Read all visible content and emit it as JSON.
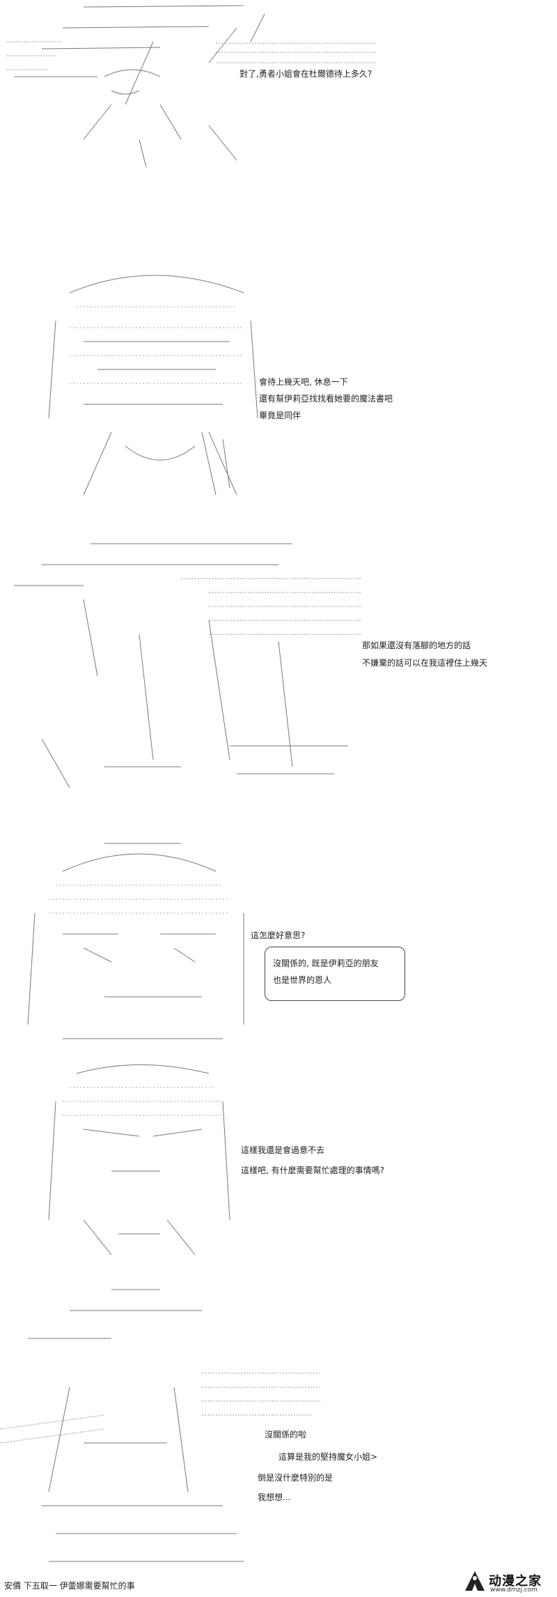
{
  "panels": [
    {
      "lines": [
        "對了,勇者小姐會在杜爾德待上多久?"
      ]
    },
    {
      "lines": [
        "會待上幾天吧, 休息一下",
        "還有幫伊莉亞找找看她要的魔法書吧",
        "畢竟是同伴"
      ]
    },
    {
      "lines": [
        "那如果還沒有落腳的地方的話",
        "不嫌棄的話可以在我這裡住上幾天"
      ]
    },
    {
      "lines": [
        "這怎麼好意思?"
      ],
      "bubble_lines": [
        "沒關係的, 既是伊莉亞的朋友",
        "也是世界的恩人"
      ]
    },
    {
      "lines": [
        "這樣我還是會過意不去",
        "這樣吧, 有什麼需要幫忙處理的事情嗎?"
      ]
    },
    {
      "lines": [
        "沒關係的啦",
        "這算是我的堅持魔女小姐>",
        "倒是沒什麼特別的是",
        "我想想..."
      ]
    }
  ],
  "footer": "安價 下五取一 伊蕾娜需要幫忙的事",
  "logo": {
    "name": "动漫之家",
    "url": "www.dmzj.com"
  }
}
